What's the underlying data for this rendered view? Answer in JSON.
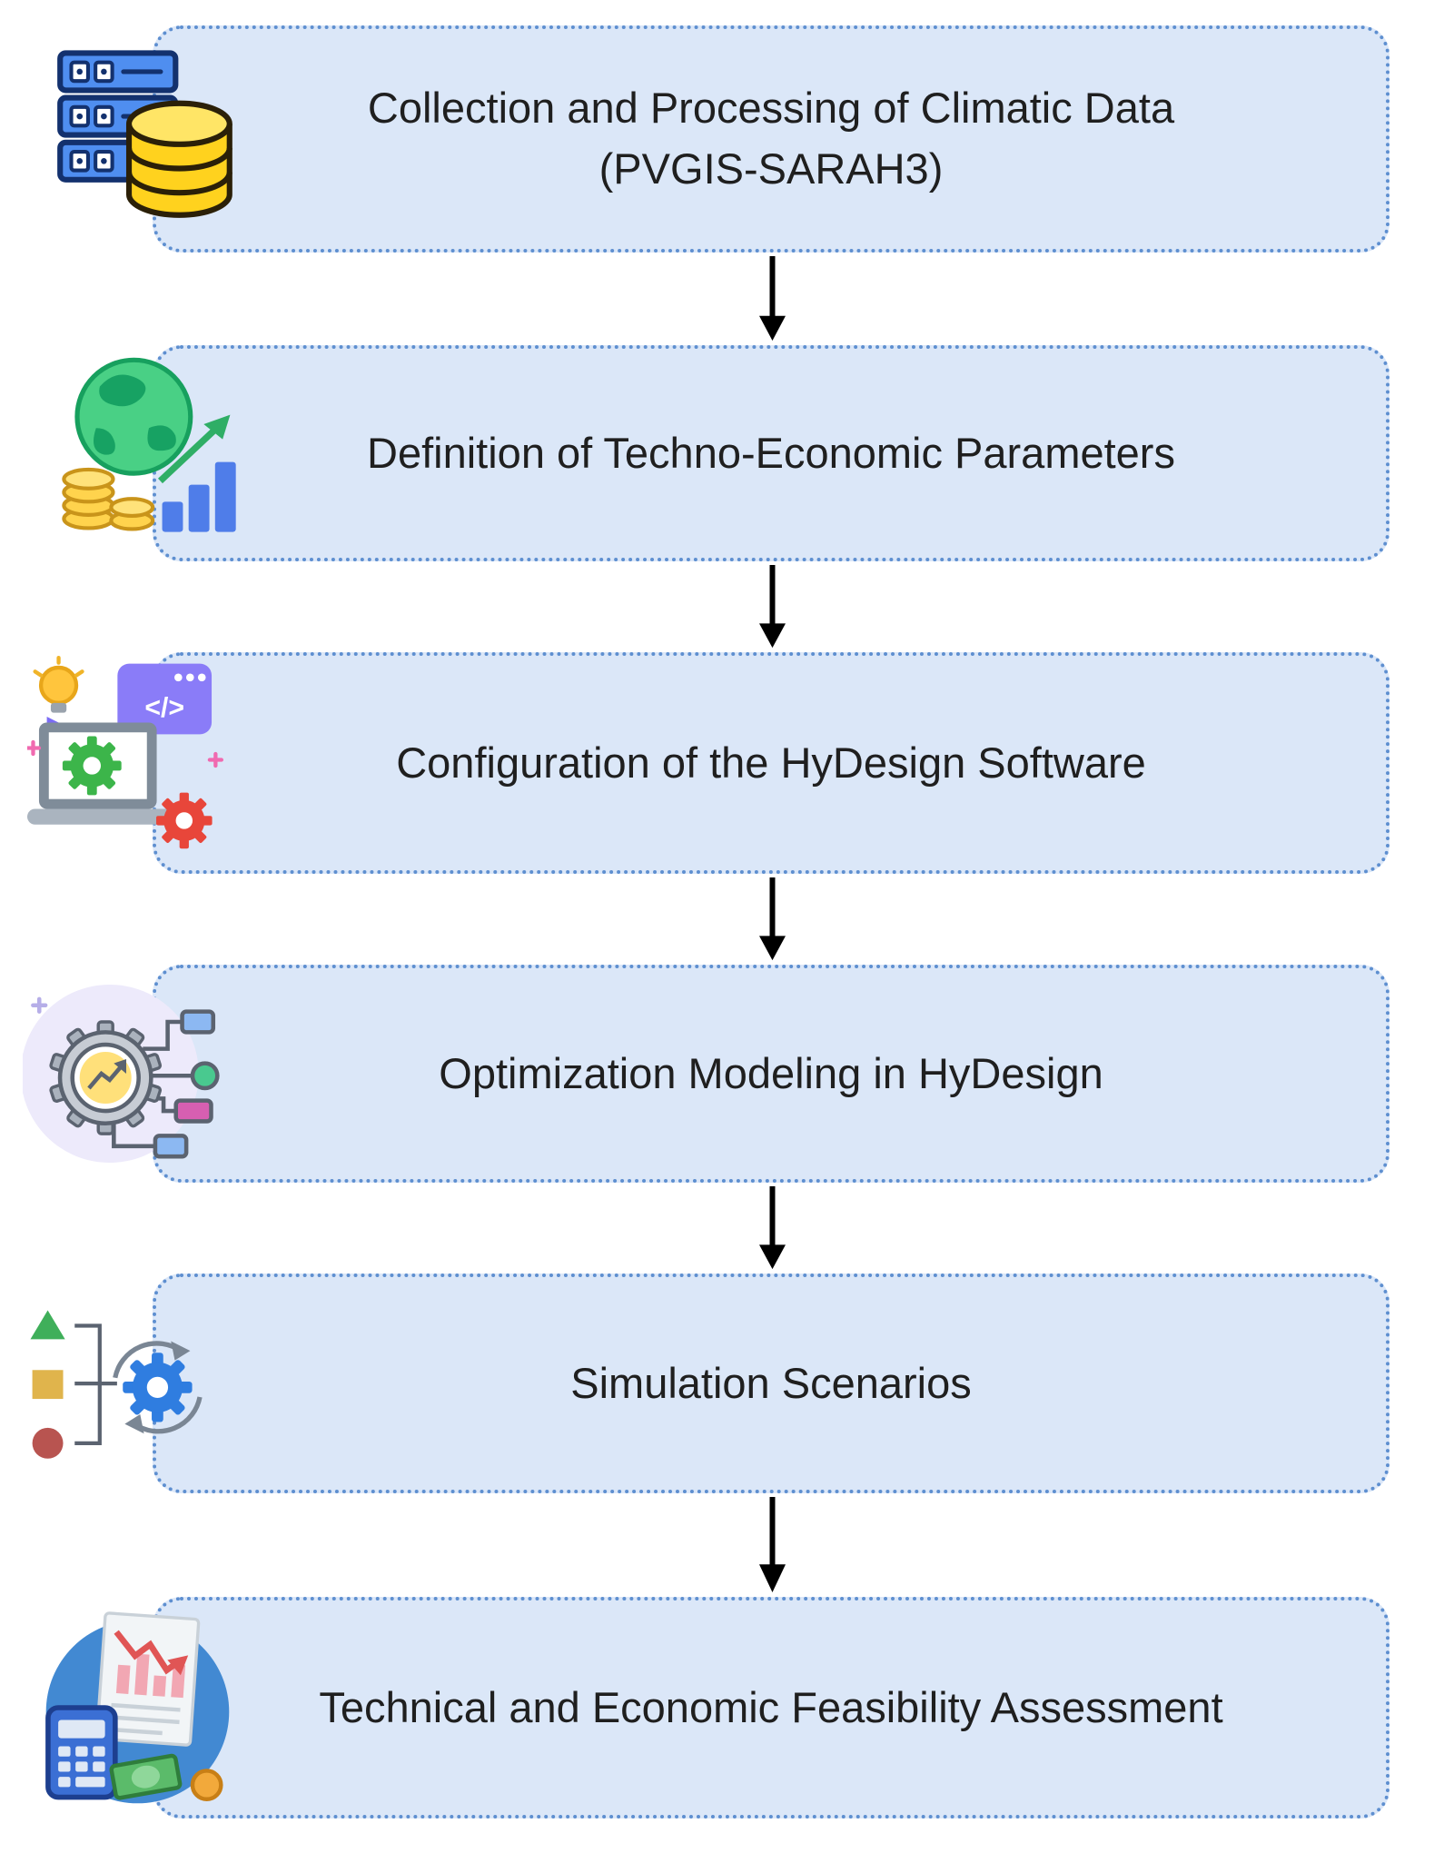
{
  "diagram": {
    "type": "flowchart",
    "direction": "top-to-bottom",
    "colors": {
      "box_fill": "#dbe7f8",
      "box_border": "#5e8fd0",
      "text": "#1f1f1f",
      "arrow": "#000000"
    },
    "code_glyph": "</>",
    "steps": [
      {
        "icon": "server-database-icon",
        "lines": [
          "Collection and Processing of Climatic Data",
          "(PVGIS-SARAH3)"
        ]
      },
      {
        "icon": "globe-coins-chart-icon",
        "lines": [
          "Definition of Techno-Economic Parameters"
        ]
      },
      {
        "icon": "laptop-code-gears-icon",
        "lines": [
          "Configuration of the HyDesign Software"
        ]
      },
      {
        "icon": "gear-analytics-network-icon",
        "lines": [
          "Optimization Modeling in HyDesign"
        ]
      },
      {
        "icon": "shapes-to-gear-icon",
        "lines": [
          "Simulation Scenarios"
        ]
      },
      {
        "icon": "report-calculator-money-icon",
        "lines": [
          "Technical and Economic Feasibility Assessment"
        ]
      }
    ]
  }
}
